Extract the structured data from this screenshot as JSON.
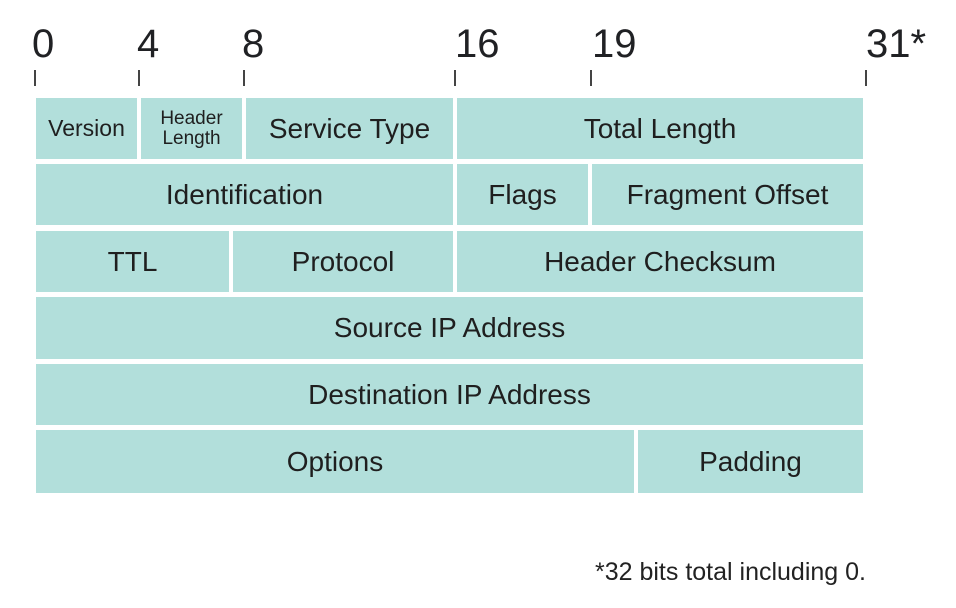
{
  "bit_labels": [
    "0",
    "4",
    "8",
    "16",
    "19",
    "31*"
  ],
  "fields": {
    "version": "Version",
    "header_length_line1": "Header",
    "header_length_line2": "Length",
    "service_type": "Service Type",
    "total_length": "Total Length",
    "identification": "Identification",
    "flags": "Flags",
    "fragment_offset": "Fragment Offset",
    "ttl": "TTL",
    "protocol": "Protocol",
    "header_checksum": "Header Checksum",
    "source_ip": "Source IP Address",
    "destination_ip": "Destination IP Address",
    "options": "Options",
    "padding": "Padding"
  },
  "footnote": "*32 bits total including 0.",
  "colors": {
    "field_fill": "#b2dfdb"
  }
}
